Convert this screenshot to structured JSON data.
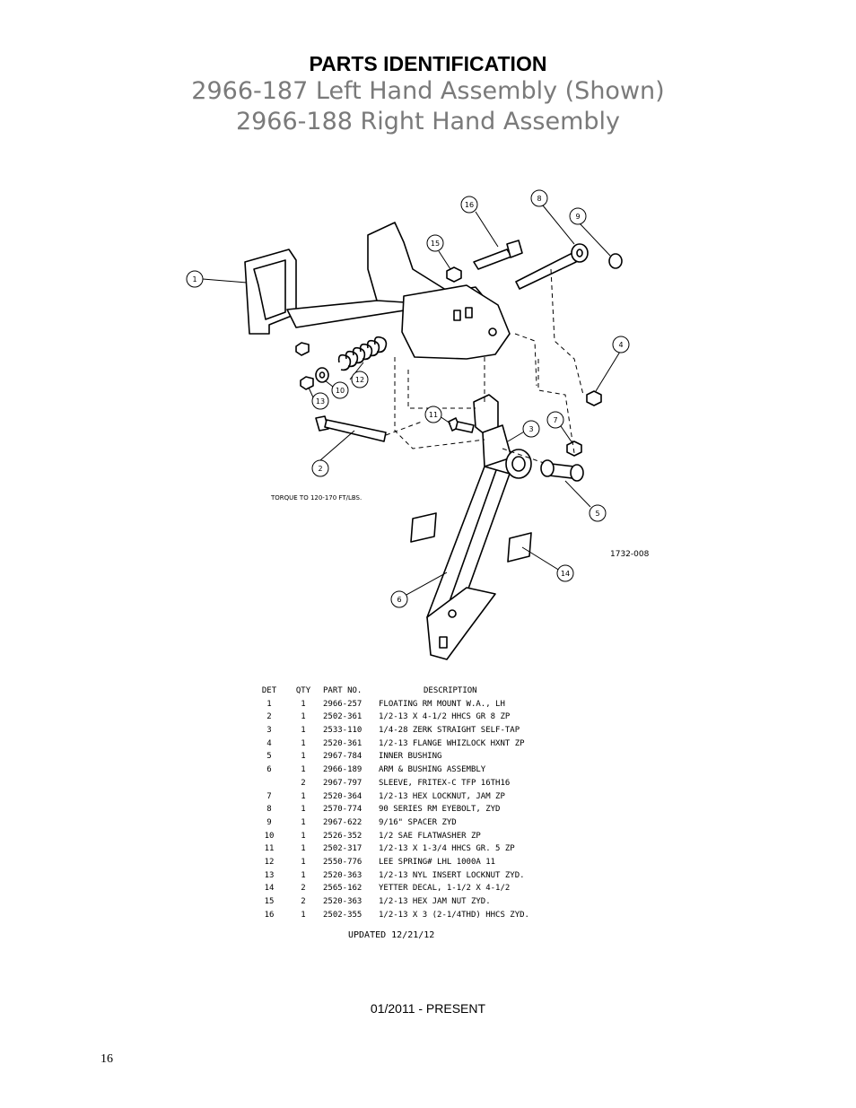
{
  "header": {
    "title": "PARTS IDENTIFICATION",
    "subtitle_line1": "2966-187 Left Hand Assembly (Shown)",
    "subtitle_line2": "2966-188 Right Hand Assembly"
  },
  "diagram": {
    "callouts": [
      "1",
      "2",
      "3",
      "4",
      "5",
      "6",
      "7",
      "8",
      "9",
      "10",
      "11",
      "12",
      "13",
      "14",
      "15",
      "16"
    ],
    "torque_note": "TORQUE TO 120-170 FT/LBS.",
    "drawing_number": "1732-008"
  },
  "parts_table": {
    "headers": {
      "det": "DET",
      "qty": "QTY",
      "part_no": "PART NO.",
      "description": "DESCRIPTION"
    },
    "rows": [
      {
        "det": "1",
        "qty": "1",
        "part_no": "2966-257",
        "description": "FLOATING RM MOUNT W.A., LH"
      },
      {
        "det": "2",
        "qty": "1",
        "part_no": "2502-361",
        "description": "1/2-13 X 4-1/2 HHCS GR 8 ZP"
      },
      {
        "det": "3",
        "qty": "1",
        "part_no": "2533-110",
        "description": "1/4-28 ZERK STRAIGHT SELF-TAP"
      },
      {
        "det": "4",
        "qty": "1",
        "part_no": "2520-361",
        "description": "1/2-13 FLANGE WHIZLOCK HXNT ZP"
      },
      {
        "det": "5",
        "qty": "1",
        "part_no": "2967-784",
        "description": "INNER BUSHING"
      },
      {
        "det": "6",
        "qty": "1",
        "part_no": "2966-189",
        "description": "ARM & BUSHING ASSEMBLY"
      },
      {
        "det": "",
        "qty": "2",
        "part_no": "2967-797",
        "description": "SLEEVE, FRITEX-C TFP 16TH16"
      },
      {
        "det": "7",
        "qty": "1",
        "part_no": "2520-364",
        "description": "1/2-13 HEX LOCKNUT, JAM ZP"
      },
      {
        "det": "8",
        "qty": "1",
        "part_no": "2570-774",
        "description": "90 SERIES RM EYEBOLT, ZYD"
      },
      {
        "det": "9",
        "qty": "1",
        "part_no": "2967-622",
        "description": "9/16\" SPACER ZYD"
      },
      {
        "det": "10",
        "qty": "1",
        "part_no": "2526-352",
        "description": "1/2 SAE FLATWASHER   ZP"
      },
      {
        "det": "11",
        "qty": "1",
        "part_no": "2502-317",
        "description": "1/2-13 X 1-3/4 HHCS GR. 5 ZP"
      },
      {
        "det": "12",
        "qty": "1",
        "part_no": "2550-776",
        "description": "LEE SPRING# LHL 1000A 11"
      },
      {
        "det": "13",
        "qty": "1",
        "part_no": "2520-363",
        "description": "1/2-13 NYL INSERT LOCKNUT ZYD."
      },
      {
        "det": "14",
        "qty": "2",
        "part_no": "2565-162",
        "description": "YETTER DECAL, 1-1/2 X 4-1/2"
      },
      {
        "det": "15",
        "qty": "2",
        "part_no": "2520-363",
        "description": "1/2-13 HEX JAM NUT ZYD."
      },
      {
        "det": "16",
        "qty": "1",
        "part_no": "2502-355",
        "description": "1/2-13 X 3 (2-1/4THD) HHCS ZYD."
      }
    ]
  },
  "updated": "UPDATED 12/21/12",
  "date_range": "01/2011 - PRESENT",
  "page_number": "16"
}
